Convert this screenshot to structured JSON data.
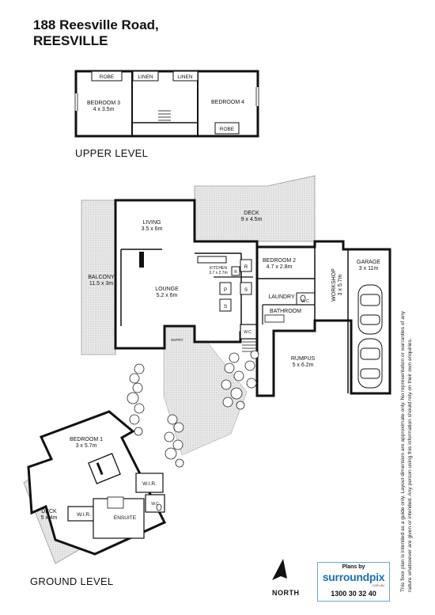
{
  "title": {
    "line1": "188 Reesville Road,",
    "line2": "REESVILLE"
  },
  "levels": {
    "upper": "UPPER LEVEL",
    "ground": "GROUND LEVEL"
  },
  "rooms": {
    "robe_1": "ROBE",
    "linen_1": "LINEN",
    "linen_2": "LINEN",
    "robe_2": "ROBE",
    "bedroom3": {
      "name": "BEDROOM 3",
      "dims": "4 x 3.5m"
    },
    "bedroom4": {
      "name": "BEDROOM 4"
    },
    "deck_top": {
      "name": "DECK",
      "dims": "9 x 4.5m"
    },
    "living": {
      "name": "LIVING",
      "dims": "3.5 x 6m"
    },
    "balcony": {
      "name": "BALCONY",
      "dims": "11.5 x 3m"
    },
    "lounge": {
      "name": "LOUNGE",
      "dims": "5.2 x 6m"
    },
    "kitchen": {
      "name": "KITCHEN",
      "dims": "3.7 x 2.7m"
    },
    "bedroom2": {
      "name": "BEDROOM 2",
      "dims": "4.7 x 2.8m"
    },
    "laundry": "LAUNDRY",
    "bathroom": "BATHROOM",
    "wc1": "W.C",
    "wc2": "W.C",
    "wc3": "W.C",
    "workshop": {
      "name": "WORKSHOP",
      "dims": "3 x 5.7m"
    },
    "garage": {
      "name": "GARAGE",
      "dims": "3 x 11m"
    },
    "rumpus": {
      "name": "RUMPUS",
      "dims": "5 x 6.2m"
    },
    "entry": "ENTRY",
    "pantry": "P",
    "storage": "S",
    "shower": "S",
    "robe_r": "R",
    "robe_r2": "R",
    "bedroom1": {
      "name": "BEDROOM 1",
      "dims": "3 x 5.7m"
    },
    "wir1": "W.I.R.",
    "wir2": "W.I.R.",
    "ensuite": "ENSUITE",
    "deck_bottom": {
      "name": "DECK",
      "dims": "5 x 4m"
    }
  },
  "north_label": "NORTH",
  "logo": {
    "by": "Plans by",
    "brand": "surroundpix",
    "domain": ".com.au",
    "phone": "1300 30 32 40"
  },
  "disclaimer": "This floor plan is intended as a guide only. Layout dimension are approximate only. No representation or warranties of any nature whatsoever are given or intended. Any person using this information should rely on their own enquiries."
}
